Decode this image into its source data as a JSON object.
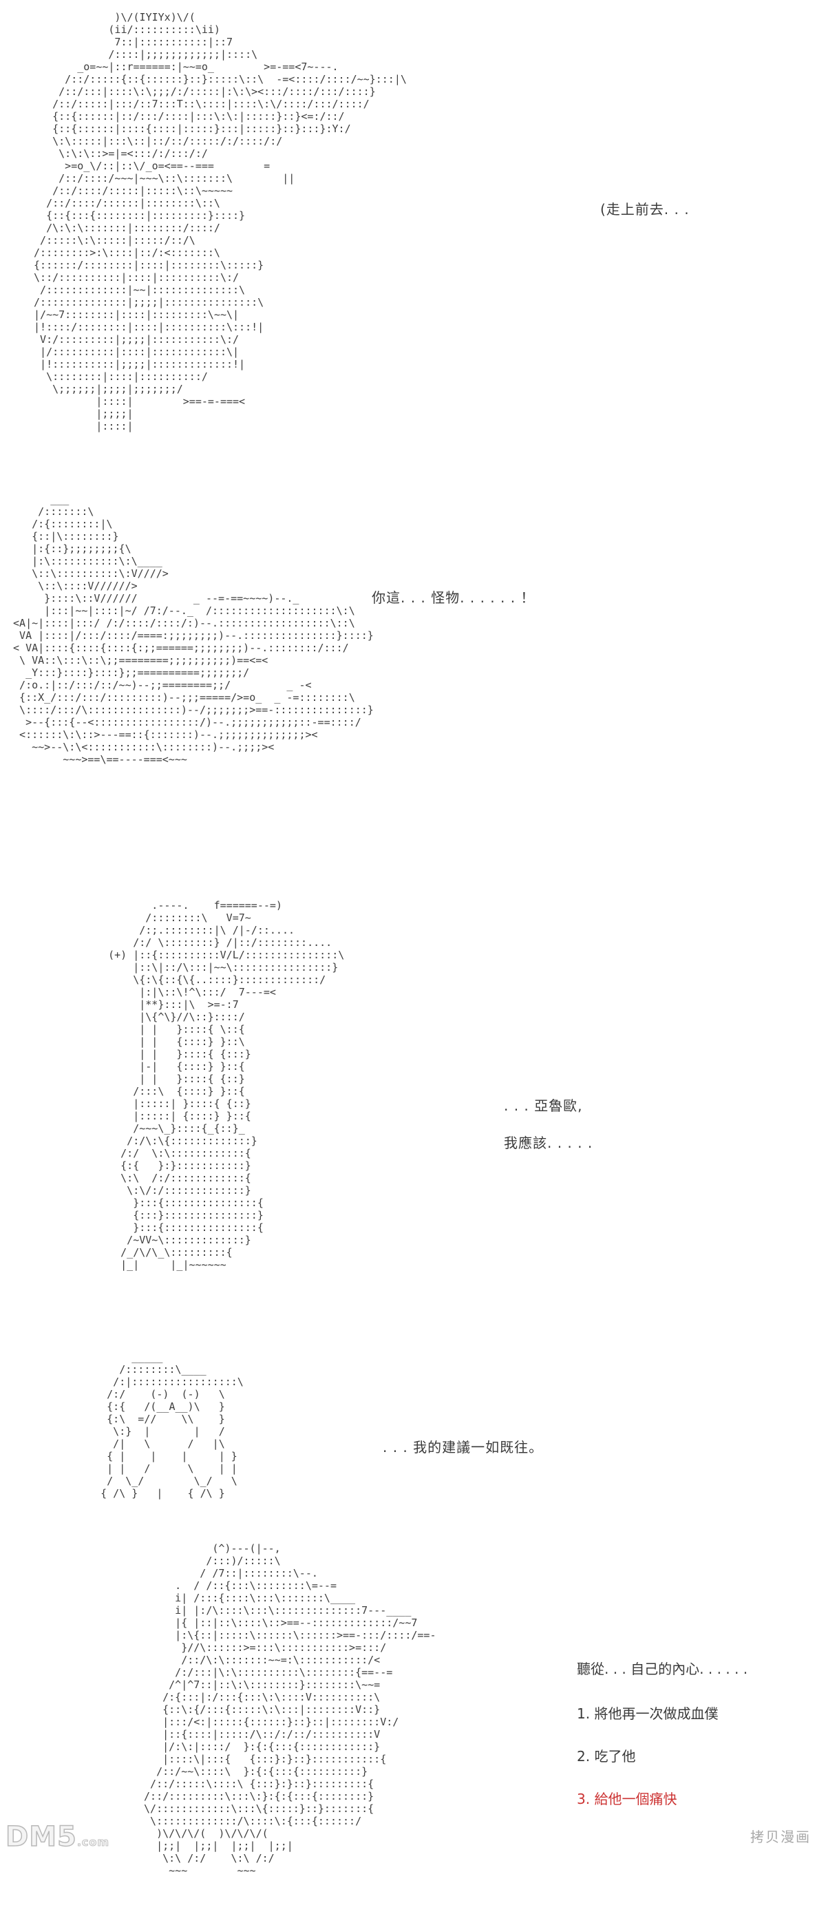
{
  "colors": {
    "background": "#ffffff",
    "aa_ink": "#3d3d3d",
    "dialogue_text": "#3a3a3a",
    "choice_highlight": "#cc3333",
    "watermark_gray": "#b9b9b9",
    "site_label_gray": "#a8a8a8"
  },
  "dialogues": {
    "approach": "(走上前去. . .",
    "monster": "你這. . . 怪物. . . . . . ！",
    "name_call": ". . . 亞魯歐,",
    "should_i": "我應該. . . . .",
    "advice": ". . . 我的建議一如既往。"
  },
  "choices": {
    "prompt": "聽從. . . 自己的內心. . . . . .",
    "items": [
      {
        "label": "1. 將他再一次做成血僕",
        "highlighted": false
      },
      {
        "label": "2. 吃了他",
        "highlighted": false
      },
      {
        "label": "3. 給他一個痛快",
        "highlighted": true
      }
    ]
  },
  "watermarks": {
    "logo": "DM5",
    "logo_suffix": ".com",
    "site_label": "拷贝漫画"
  },
  "panels": {
    "p1": {
      "art_lines": [
        "              )\\/(IYIYx)\\/(",
        "             (ii/::::::::::\\ii)",
        "              7::|:::::::::::|::7",
        "             /::::|;;;;;;;;;;;;|::::\\",
        "        _o=~~|::r======:|~~=o_        >=-==<7~---.",
        "      /::/:::::{::{::::::}::}:::::\\::\\  -=<::::/::::/~~}:::|\\",
        "     /::/:::|::::\\:\\;;;/:/:::::|:\\:\\><:::/::::/:::/::::}",
        "    /::/:::::|:::/::7:::T::\\::::|::::\\:\\/::::/:::/::::/",
        "    {::{::::::|::/:::/::::|:::\\:\\:|:::::}::}<=:/::/",
        "    {::{::::::|::::{::::|:::::}:::|:::::}::}:::}:Y:/",
        "    \\:\\:::::|:::\\::|::/::/:::::/:/::::/:/",
        "     \\:\\:\\::>=|=<:::/:/:::/:/",
        "      >=o_\\/::|::\\/_o=<==--===        =",
        "     /::/::::/~~~|~~~\\::\\:::::::\\        ||",
        "    /::/::::/:::::|:::::\\::\\~~~~~",
        "   /::/::::/::::::|::::::::\\::\\",
        "   {::{:::{::::::::|:::::::::}::::}",
        "   /\\:\\:\\:::::::|::::::::/::::/",
        "  /:::::\\:\\:::::|:::::/::/\\",
        " /::::::::>:\\::::|::/:<:::::::\\",
        " {::::::/::::::::|::::|::::::::\\:::::}",
        " \\::/::::::::::|::::|::::::::::\\:/",
        "  /:::::::::::::|~~|::::::::::::::\\",
        " /::::::::::::::|;;;;|:::::::::::::::\\",
        " |/~~7::::::::|::::|:::::::::\\~~\\|",
        " |!::::/::::::::|::::|::::::::::\\:::!|",
        "  V:/:::::::::|;;;;|:::::::::::\\:/",
        "  |/::::::::::|::::|::::::::::::\\|",
        "  |!::::::::::|;;;;|:::::::::::::!|",
        "   \\::::::::|::::|::::::::::/",
        "    \\;;;;;;|;;;;|;;;;;;;/",
        "           |::::|        >==-=-===<",
        "           |;;;;|",
        "           |::::|"
      ]
    },
    "p2": {
      "art_lines": [
        "       ___",
        "     /:::::::\\",
        "    /:{::::::::|\\",
        "    {::|\\::::::::}",
        "    |:{::};;;;;;;;{\\",
        "    |:\\:::::::::::\\:\\____",
        "    \\::\\::::::::::\\:V////>",
        "     \\::\\::::V//////>",
        "      }::::\\::V//////         _ --=-==~~~~)--._",
        "      |:::|~~|::::|~/ /7:/--._  /::::::::::::::::::::\\:\\",
        " <A|~|::::|:::/ /:/::::/::::/:)--.::::::::::::::::::\\::\\",
        "  VA |::::|/:::/::::/====:;;;;;;;;)--.:::::::::::::::}::::}",
        " < VA|::::{::::{::::{:;;======;;;;;;;;)--.::::::::/:::/",
        "  \\ VA::\\:::\\::\\;;========;;;;;;;;;;)==<=<",
        "   _Y:::}::::}::::};;==========;;;;;;;/",
        "  /:o.:|::/:::/::/~~)--;;========;;/         _ -<",
        "  {::X_/:::/:::/:::::::::)--;;;=====/>=o_  _ -=::::::::\\",
        "  \\::::/:::/\\:::::::::::::::)--/;;;;;;;>==-:::::::::::::::}",
        "   >--{:::{--<:::::::::::::::::/)--.;;;;;;;;;;;::-==::::/",
        "  <::::::\\:\\::>---==::{:::::::)--.;;;;;;;;;;;;;;><",
        "    ~~>--\\:\\<:::::::::::\\::::::::)--.;;;;><",
        "         ~~~>==\\==----===<~~~"
      ]
    },
    "p3": {
      "art_lines": [
        "          .----.    f======--=)",
        "         /::::::::\\   V=7~",
        "        /:;.::::::::|\\ /|-/::....",
        "       /:/ \\::::::::} /|::/::::::::....",
        "   (+) |::{::::::::::V/L/:::::::::::::::\\",
        "       |::\\|::/\\:::|~~\\::::::::::::::::}",
        "       \\{:\\{::{\\{..::::}:::::::::::::/",
        "        |:|\\::\\!^\\:::/  7---=<",
        "        |**}:::|\\  >=-:7",
        "        |\\{^\\}//\\::}::::/",
        "        | |   }::::{ \\::{",
        "        | |   {::::} }::\\",
        "        | |   }::::{ {:::}",
        "        |-|   {::::} }::{",
        "        | |   }::::{ {::}",
        "       /:::\\  {::::} }::{",
        "       |:::::| }::::{ {::}",
        "       |:::::| {::::} }::{",
        "       /~~~\\_}::::{_{::}_",
        "      /:/\\:\\{:::::::::::::}",
        "     /:/  \\:\\::::::::::::{",
        "     {:{   }:}:::::::::::}",
        "     \\:\\  /:/::::::::::::{",
        "      \\:\\/:/:::::::::::::}",
        "       }:::{:::::::::::::::{",
        "       {:::}:::::::::::::::}",
        "       }:::{:::::::::::::::{",
        "      /~VV~\\:::::::::::::}",
        "     /_/\\/\\_\\:::::::::{",
        "     |_|     |_|~~~~~~"
      ]
    },
    "p4": {
      "art_lines": [
        "         _____",
        "       /::::::::\\____",
        "      /:|:::::::::::::::::\\",
        "     /:/    (-)  (-)   \\",
        "     {:{   /(__A__)\\   }",
        "     {:\\  =//    \\\\    }",
        "      \\:}  |       |   /",
        "      /|   \\      /   |\\",
        "     { |    |    |     | }",
        "     | |   /      \\    | |",
        "     /  \\_/        \\_/   \\",
        "    { /\\ }   |    { /\\ }"
      ]
    },
    "p5": {
      "art_lines": [
        "            (^)---(|--,",
        "           /:::)/:::::\\",
        "          / /7::|::::::::\\--.",
        "      .  / /::{:::\\::::::::\\=--=",
        "      i| /:::{::::\\:::\\:::::::\\____",
        "      i| |:/\\::::\\:::\\::::::::::::::7---____",
        "      |{ |::|::\\::::\\::>==--:::::::::::::/~~7",
        "      |:\\{::|:::::\\::::::\\::::::>==-:::/::::/==-",
        "       }//\\::::::>=:::\\:::::::::::>=:::/",
        "       /::/\\:\\:::::::~~=:\\:::::::::::/<",
        "      /:/:::|\\:\\::::::::::\\::::::::{==--=",
        "     /^|^7::|::\\:\\::::::::}::::::::\\~~=",
        "    /:{:::|:/:::{:::\\:\\::::V::::::::::\\",
        "    {::\\:{/:::{:::::\\:\\:::|::::::::V::}",
        "    |:::/<:|:::::{::::::}::}::|::::::::V:/",
        "    |::{::::|:::::/\\::/:/::/::::::::::V",
        "    |/:\\:|::::/  }:{:{:::{::::::::::::}",
        "    |::::\\|:::{   {:::}:}::}:::::::::::{",
        "   /::/~~\\::::\\  }:{:{:::{::::::::::}",
        "  /::/:::::\\::::\\ {:::}:}::}:::::::::{",
        " /::/:::::::::\\:::\\:}:{:{:::{::::::::}",
        " \\/::::::::::::\\:::\\{:::::}::}:::::::{",
        "  \\:::::::::::::/\\::::\\:{:::{::::::/",
        "   )\\/\\/\\/(  )\\/\\/\\/(",
        "   |;;|  |;;|  |;;|  |;;|",
        "    \\:\\ /:/    \\:\\ /:/",
        "     ~~~        ~~~"
      ]
    }
  }
}
